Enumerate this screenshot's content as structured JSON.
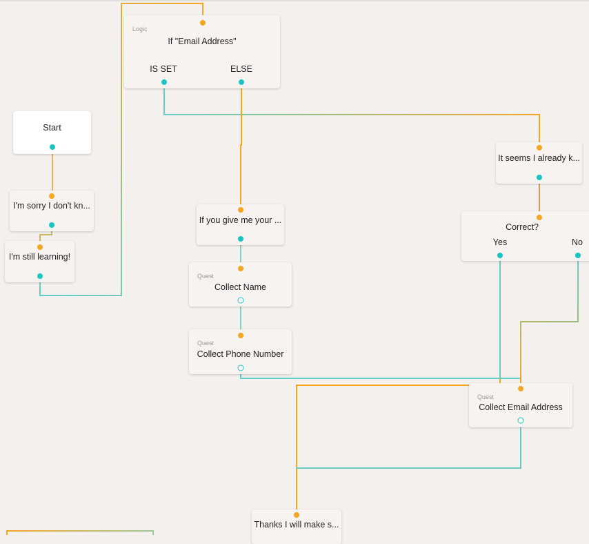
{
  "colors": {
    "canvas": "#f3f0ed",
    "input_port": "#f5a623",
    "output_port": "#17c6c0"
  },
  "nodes": {
    "logic": {
      "kind": "Logic",
      "title": "If \"Email Address\"",
      "branch_a": "IS SET",
      "branch_b": "ELSE"
    },
    "start": {
      "title": "Start"
    },
    "sorry": {
      "title": "I'm sorry I don't kn..."
    },
    "learning": {
      "title": "I'm still learning!"
    },
    "give": {
      "title": "If you give me your ..."
    },
    "collect_name": {
      "kind": "Quest",
      "title": "Collect Name"
    },
    "collect_phone": {
      "kind": "Quest",
      "title": "Collect Phone Number"
    },
    "seems": {
      "title": "It seems I already k..."
    },
    "correct": {
      "title": "Correct?",
      "yes": "Yes",
      "no": "No"
    },
    "collect_email": {
      "kind": "Quest",
      "title": "Collect Email Address"
    },
    "thanks": {
      "title": "Thanks I will make s..."
    }
  }
}
